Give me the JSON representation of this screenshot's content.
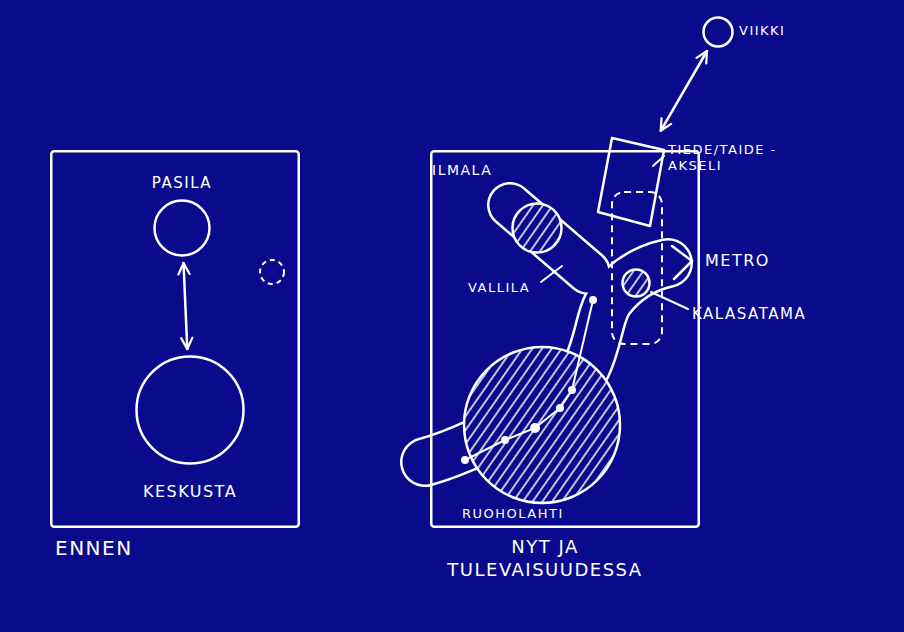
{
  "diagram": {
    "nodes": [
      {
        "text": [
          "ENNEN"
        ]
      },
      {
        "text": [
          "PASILA"
        ],
        "in": 0
      },
      {
        "text": [
          "KESKUSTA"
        ],
        "in": 0
      },
      {
        "text": [
          "NYT JA TULEVAISUUDESSA"
        ]
      },
      {
        "text": [
          "ILMALA"
        ],
        "in": 3
      },
      {
        "text": [
          "KALASATAMA"
        ],
        "in": 3
      },
      {
        "text": [
          "TIEDE/TAIDE -AKSELI"
        ]
      },
      {
        "text": [
          "VIIKKI"
        ]
      }
    ],
    "edges": [
      {
        "from": 1,
        "to": 2,
        "arrow": "both"
      },
      {
        "from": 6,
        "to": 7,
        "arrow": "both"
      }
    ],
    "labels": [
      "VALLILA",
      "METRO",
      "RUOHOLAHTI"
    ]
  }
}
